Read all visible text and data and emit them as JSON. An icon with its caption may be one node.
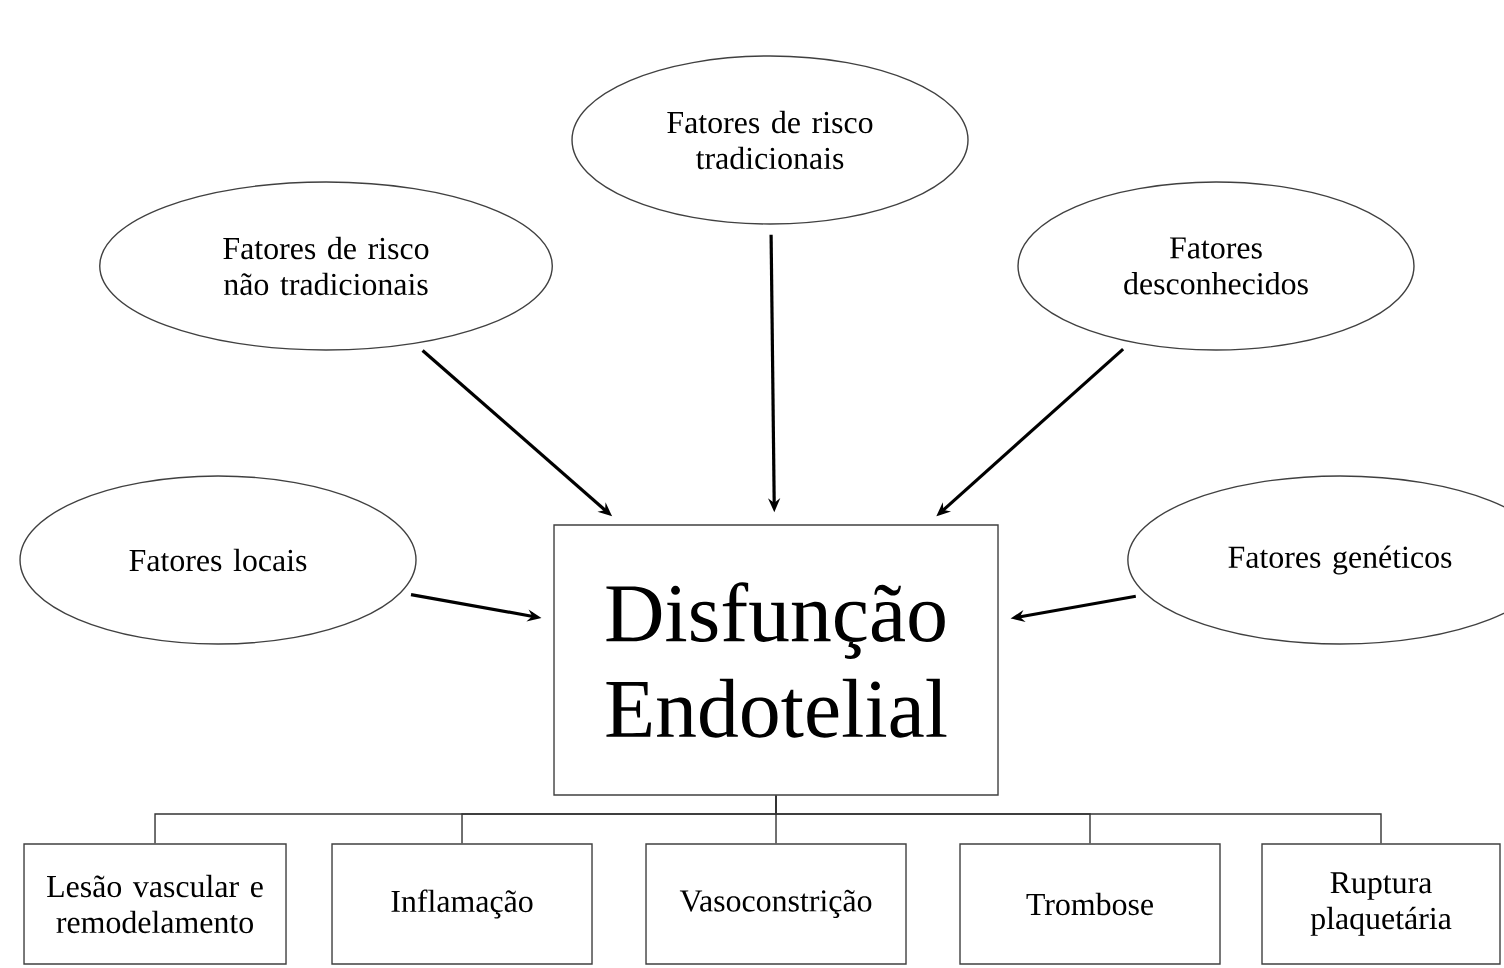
{
  "diagram": {
    "nodes": [
      {
        "text": [
          "Fatores de risco tradicionais"
        ]
      },
      {
        "text": [
          "Fatores de risco não tradicionais"
        ]
      },
      {
        "text": [
          "Fatores desconhecidos"
        ]
      },
      {
        "text": [
          "Fatores locais"
        ]
      },
      {
        "text": [
          "Fatores genéticos"
        ]
      },
      {
        "text": [
          "Disfunção Endotelial"
        ]
      },
      {
        "text": [
          "Lesão vascular e remodelamento"
        ]
      },
      {
        "text": [
          "Inflamação"
        ]
      },
      {
        "text": [
          "Vasoconstrição"
        ]
      },
      {
        "text": [
          "Trombose"
        ]
      },
      {
        "text": [
          "Ruptura plaquetária"
        ]
      }
    ],
    "edges": [
      {
        "from": 0,
        "to": 5,
        "arrow": "to"
      },
      {
        "from": 1,
        "to": 5,
        "arrow": "to"
      },
      {
        "from": 2,
        "to": 5,
        "arrow": "to"
      },
      {
        "from": 3,
        "to": 5,
        "arrow": "to"
      },
      {
        "from": 4,
        "to": 5,
        "arrow": "to"
      },
      {
        "from": 5,
        "to": 6,
        "arrow": "none"
      },
      {
        "from": 5,
        "to": 7,
        "arrow": "none"
      },
      {
        "from": 5,
        "to": 8,
        "arrow": "none"
      },
      {
        "from": 5,
        "to": 9,
        "arrow": "none"
      },
      {
        "from": 5,
        "to": 10,
        "arrow": "none"
      }
    ]
  }
}
